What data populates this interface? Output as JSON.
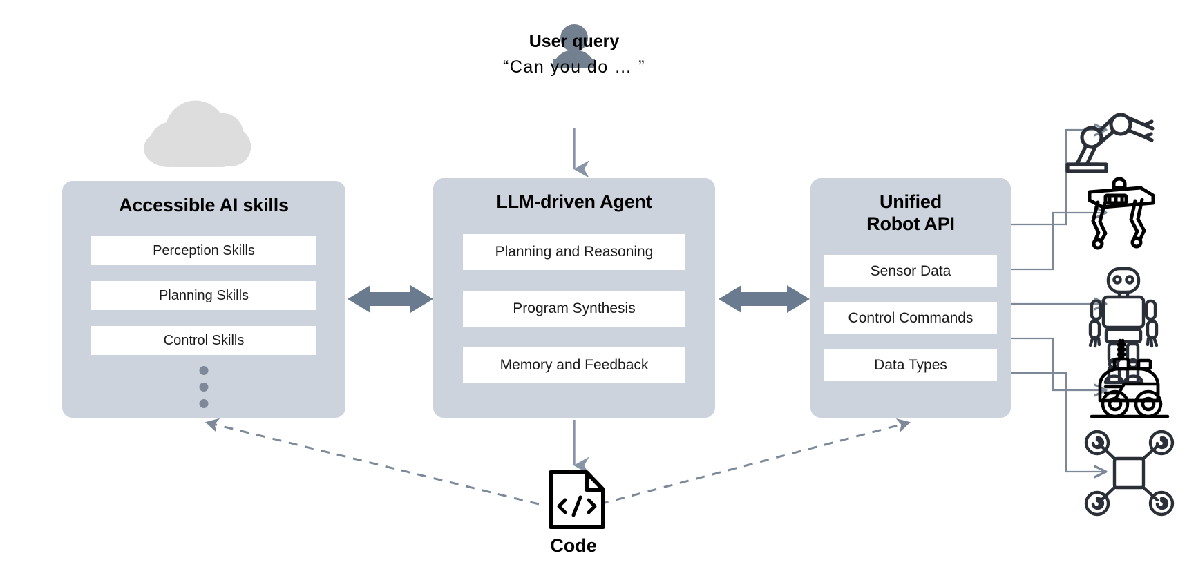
{
  "diagram": {
    "title": "LLM-driven robot agent architecture",
    "colors": {
      "panel_bg": "#ccd3dd",
      "chip_bg": "#ffffff",
      "arrow_thick": "#6b7b8f",
      "arrow_thin": "#7d8999",
      "cloud": "#dddddd",
      "user_icon": "#73808f",
      "icon_stroke": "#2b2f38",
      "text": "#000000"
    }
  },
  "user": {
    "icon": "user-person-icon",
    "title": "User query",
    "quote": "“Can you do … ”"
  },
  "skills_panel": {
    "cloud_icon": "cloud-icon",
    "title": "Accessible AI skills",
    "items": [
      {
        "label": "Perception Skills"
      },
      {
        "label": "Planning Skills"
      },
      {
        "label": "Control Skills"
      }
    ],
    "ellipsis": "vertical-ellipsis"
  },
  "agent_panel": {
    "title": "LLM-driven Agent",
    "items": [
      {
        "label": "Planning and Reasoning"
      },
      {
        "label": "Program Synthesis"
      },
      {
        "label": "Memory and Feedback"
      }
    ]
  },
  "api_panel": {
    "title_line1": "Unified",
    "title_line2": "Robot API",
    "items": [
      {
        "label": "Sensor Data"
      },
      {
        "label": "Control Commands"
      },
      {
        "label": "Data Types"
      }
    ]
  },
  "code": {
    "icon": "code-document-icon",
    "label": "Code"
  },
  "robots": [
    {
      "name": "robot-arm-icon"
    },
    {
      "name": "quadruped-robot-icon"
    },
    {
      "name": "humanoid-robot-icon"
    },
    {
      "name": "wheeled-rover-icon"
    },
    {
      "name": "quadcopter-drone-icon"
    }
  ],
  "connectors": [
    {
      "name": "user-to-agent-arrow",
      "style": "solid-thin-down"
    },
    {
      "name": "skills-agent-bidirectional-arrow",
      "style": "solid-thick-double"
    },
    {
      "name": "agent-api-bidirectional-arrow",
      "style": "solid-thick-double"
    },
    {
      "name": "agent-to-code-arrow",
      "style": "solid-thin-down"
    },
    {
      "name": "code-to-skills-dashed-arrow",
      "style": "dashed-thin"
    },
    {
      "name": "code-to-api-dashed-arrow",
      "style": "dashed-thin"
    },
    {
      "name": "api-to-robot-arm-connector",
      "style": "elbow-thin"
    },
    {
      "name": "api-to-quadruped-connector",
      "style": "elbow-thin"
    },
    {
      "name": "api-to-humanoid-connector",
      "style": "straight-thin"
    },
    {
      "name": "api-to-rover-connector",
      "style": "elbow-thin"
    },
    {
      "name": "api-to-drone-connector",
      "style": "elbow-thin"
    }
  ]
}
